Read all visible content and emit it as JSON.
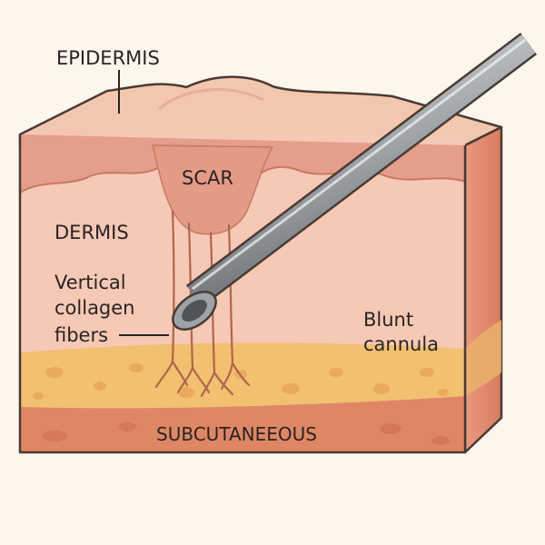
{
  "labels": {
    "epidermis": "EPIDERMIS",
    "scar": "SCAR",
    "dermis": "DERMIS",
    "fibers_line1": "Vertical",
    "fibers_line2": "collagen",
    "fibers_line3": "fibers",
    "cannula_line1": "Blunt",
    "cannula_line2": "cannula",
    "subcutaneous": "SUBCUTANEEOUS"
  },
  "colors": {
    "background": "#fdf6ec",
    "epidermis_top": "#f3c7ae",
    "epidermis_front": "#e59e8c",
    "dermis": "#f5c9b6",
    "scar": "#e39b86",
    "fibers": "#b0664a",
    "fat": "#f1c071",
    "fat_globule": "#e9a258",
    "subcutaneous_base": "#df8765",
    "side_face": "#e58f73",
    "cannula": "#9ea3a6",
    "outline": "#4a3a33"
  }
}
